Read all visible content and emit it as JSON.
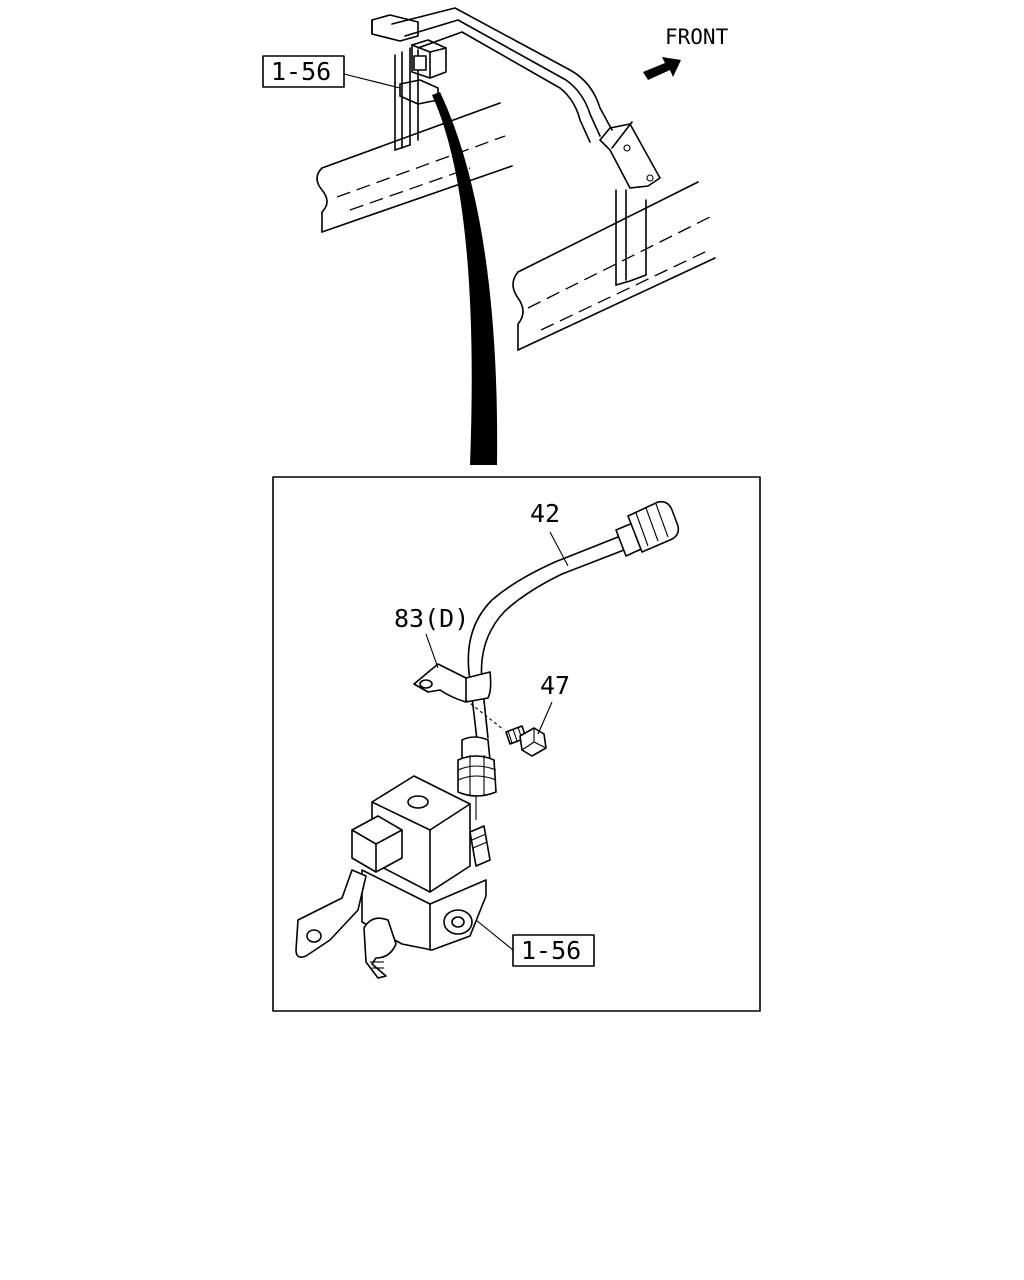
{
  "diagram": {
    "front_label": "FRONT",
    "ref_top": "1-56",
    "ref_bottom": "1-56",
    "part_42": "42",
    "part_83": "83(D)",
    "part_47": "47",
    "colors": {
      "line": "#000000",
      "background": "#ffffff"
    }
  }
}
